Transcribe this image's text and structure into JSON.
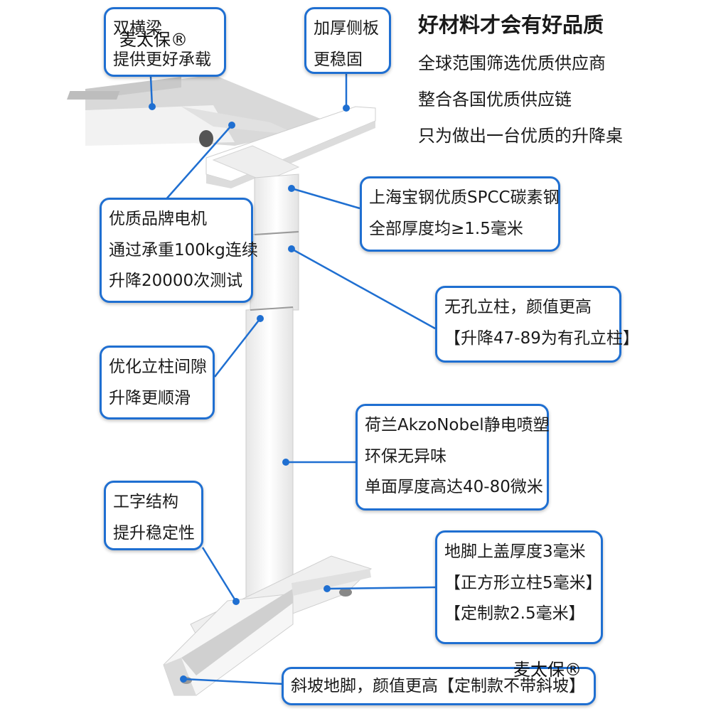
{
  "slogan": {
    "title": "好材料才会有好品质",
    "lines": [
      "全球范围筛选优质供应商",
      "整合各国优质供应链",
      "只为做出一台优质的升降桌"
    ]
  },
  "callouts": {
    "double_beam": {
      "lines": [
        "双横梁",
        "提供更好承载"
      ]
    },
    "side_plate": {
      "lines": [
        "加厚侧板",
        "更稳固"
      ]
    },
    "steel": {
      "lines": [
        "上海宝钢优质SPCC碳素钢",
        "全部厚度均≥1.5毫米"
      ]
    },
    "motor": {
      "lines": [
        "优质品牌电机",
        "通过承重100kg连续",
        "升降20000次测试"
      ]
    },
    "column": {
      "lines": [
        "无孔立柱，颜值更高",
        "【升降47-89为有孔立柱】"
      ]
    },
    "gap": {
      "lines": [
        "优化立柱间隙",
        "升降更顺滑"
      ]
    },
    "coating": {
      "lines": [
        "荷兰AkzoNobel静电喷塑",
        "环保无异味",
        "单面厚度高达40-80微米"
      ]
    },
    "i_structure": {
      "lines": [
        "工字结构",
        "提升稳定性"
      ]
    },
    "foot_cover": {
      "lines": [
        "地脚上盖厚度3毫米",
        "【正方形立柱5毫米】",
        "【定制款2.5毫米】"
      ]
    },
    "slope_foot": {
      "lines": [
        "斜坡地脚，颜值更高【定制款不带斜坡】"
      ]
    }
  },
  "watermarks": [
    "麦太保®",
    "麦太保®"
  ]
}
